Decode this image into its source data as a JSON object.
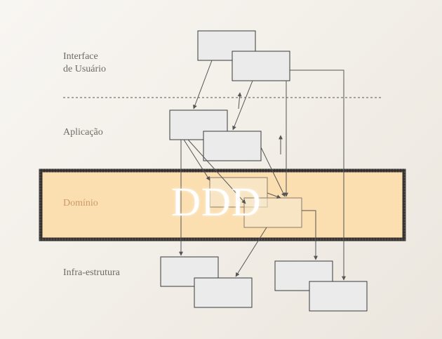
{
  "layers": {
    "ui": "Interface\nde Usuário",
    "application": "Aplicação",
    "domain": "Domínio",
    "infrastructure": "Infra-estrutura"
  },
  "title": "DDD",
  "colors": {
    "domain_band": "#fbdfb0",
    "domain_border": "#3a3634",
    "box_fill": "#ebebeb",
    "box_stroke": "#3a3a3a",
    "arrow": "#555555",
    "domain_label": "#cc9a66"
  }
}
